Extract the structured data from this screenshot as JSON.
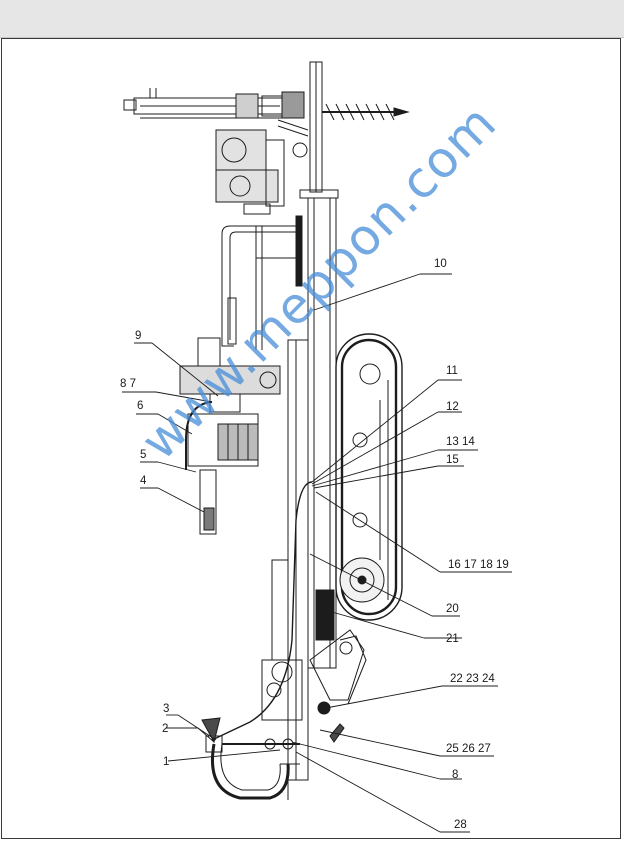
{
  "diagram": {
    "callouts": {
      "c1": "1",
      "c2": "2",
      "c3": "3",
      "c4": "4",
      "c5": "5",
      "c6": "6",
      "c87": "8 7",
      "c9": "9",
      "c10": "10",
      "c11": "11",
      "c12": "12",
      "c1314": "13 14",
      "c15": "15",
      "c16": "16 17 18 19",
      "c20": "20",
      "c21": "21",
      "c22": "22 23 24",
      "c25": "25 26 27",
      "c8": "8",
      "c28": "28"
    },
    "watermark": "www.meppon.com"
  }
}
